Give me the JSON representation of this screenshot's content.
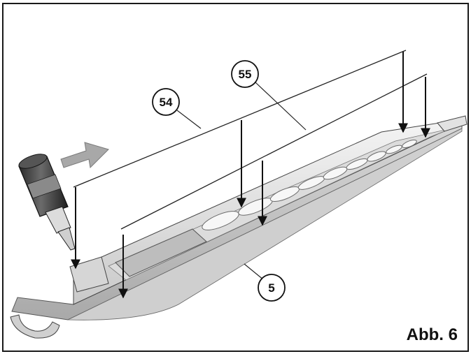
{
  "figure": {
    "label": "Abb. 6",
    "callouts": {
      "glue_line_front": "54",
      "glue_line_rear": "55",
      "rail_part": "5"
    }
  },
  "colors": {
    "ink": "#111111",
    "part_fill": "#e9e9e9",
    "part_shade": "#bdbdbd",
    "bottle_dark": "#3a3a3a",
    "arrow_fill": "#a8a8a8"
  }
}
